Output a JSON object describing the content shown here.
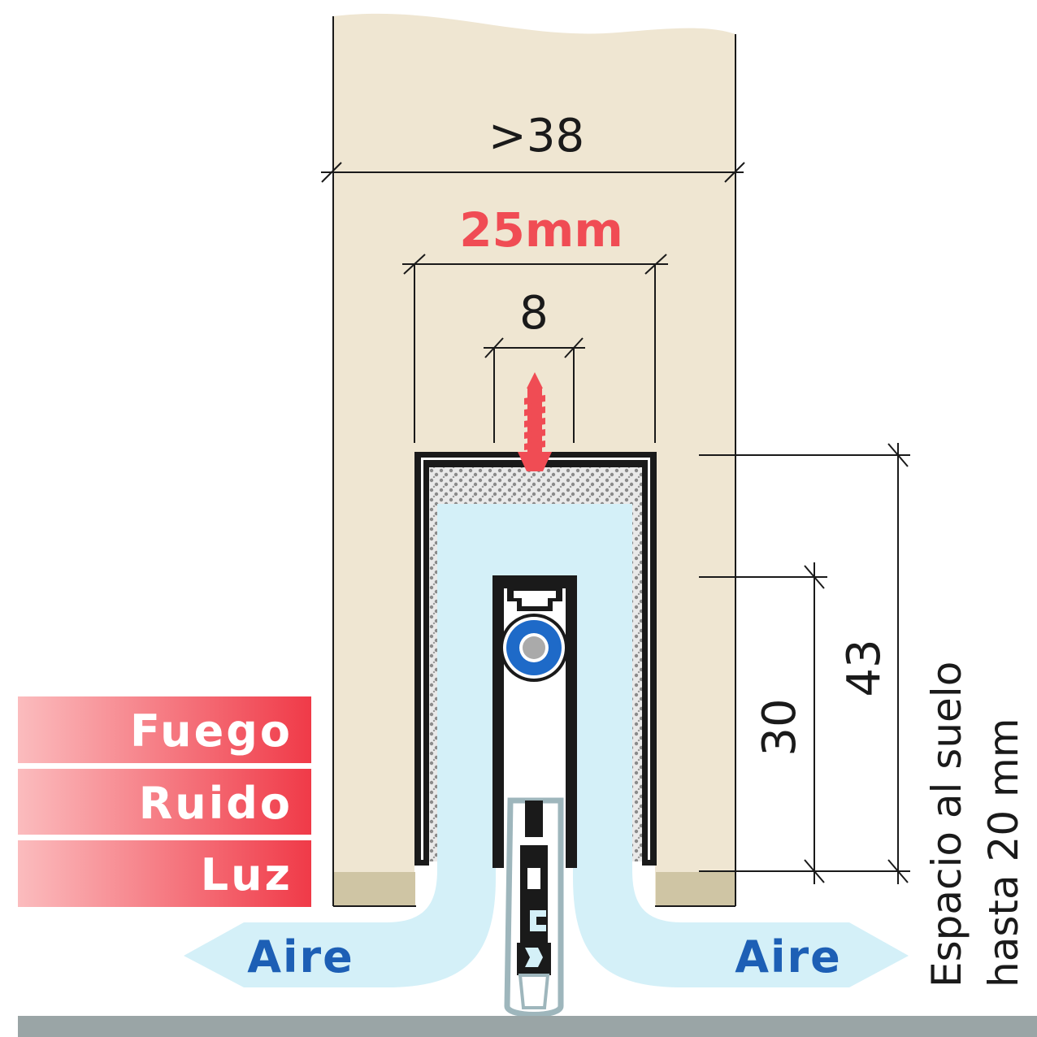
{
  "colors": {
    "door": "#efe6d2",
    "door_stripe": "#cfc5a4",
    "air": "#d4f0f8",
    "air_text": "#1d5fb5",
    "accent_red": "#f04c54",
    "profile": "#1a1a1a",
    "foam": "#c0c0c0",
    "seal": "#9eb6bc",
    "floor": "#9aa5a6",
    "ring": "#1e6ac8"
  },
  "dimensions": {
    "door_thickness": ">38",
    "groove_width": "25mm",
    "screw_width": "8",
    "height_total": "43",
    "height_mechanism": "30"
  },
  "labels": {
    "fire": "Fuego",
    "noise": "Ruido",
    "light": "Luz"
  },
  "air": {
    "left": "Aire",
    "right": "Aire"
  },
  "gap_note": {
    "line1": "Espacio al suelo",
    "line2": "hasta 20 mm"
  },
  "icons": [
    "screw-icon",
    "air-arrow-left-icon",
    "air-arrow-right-icon"
  ]
}
